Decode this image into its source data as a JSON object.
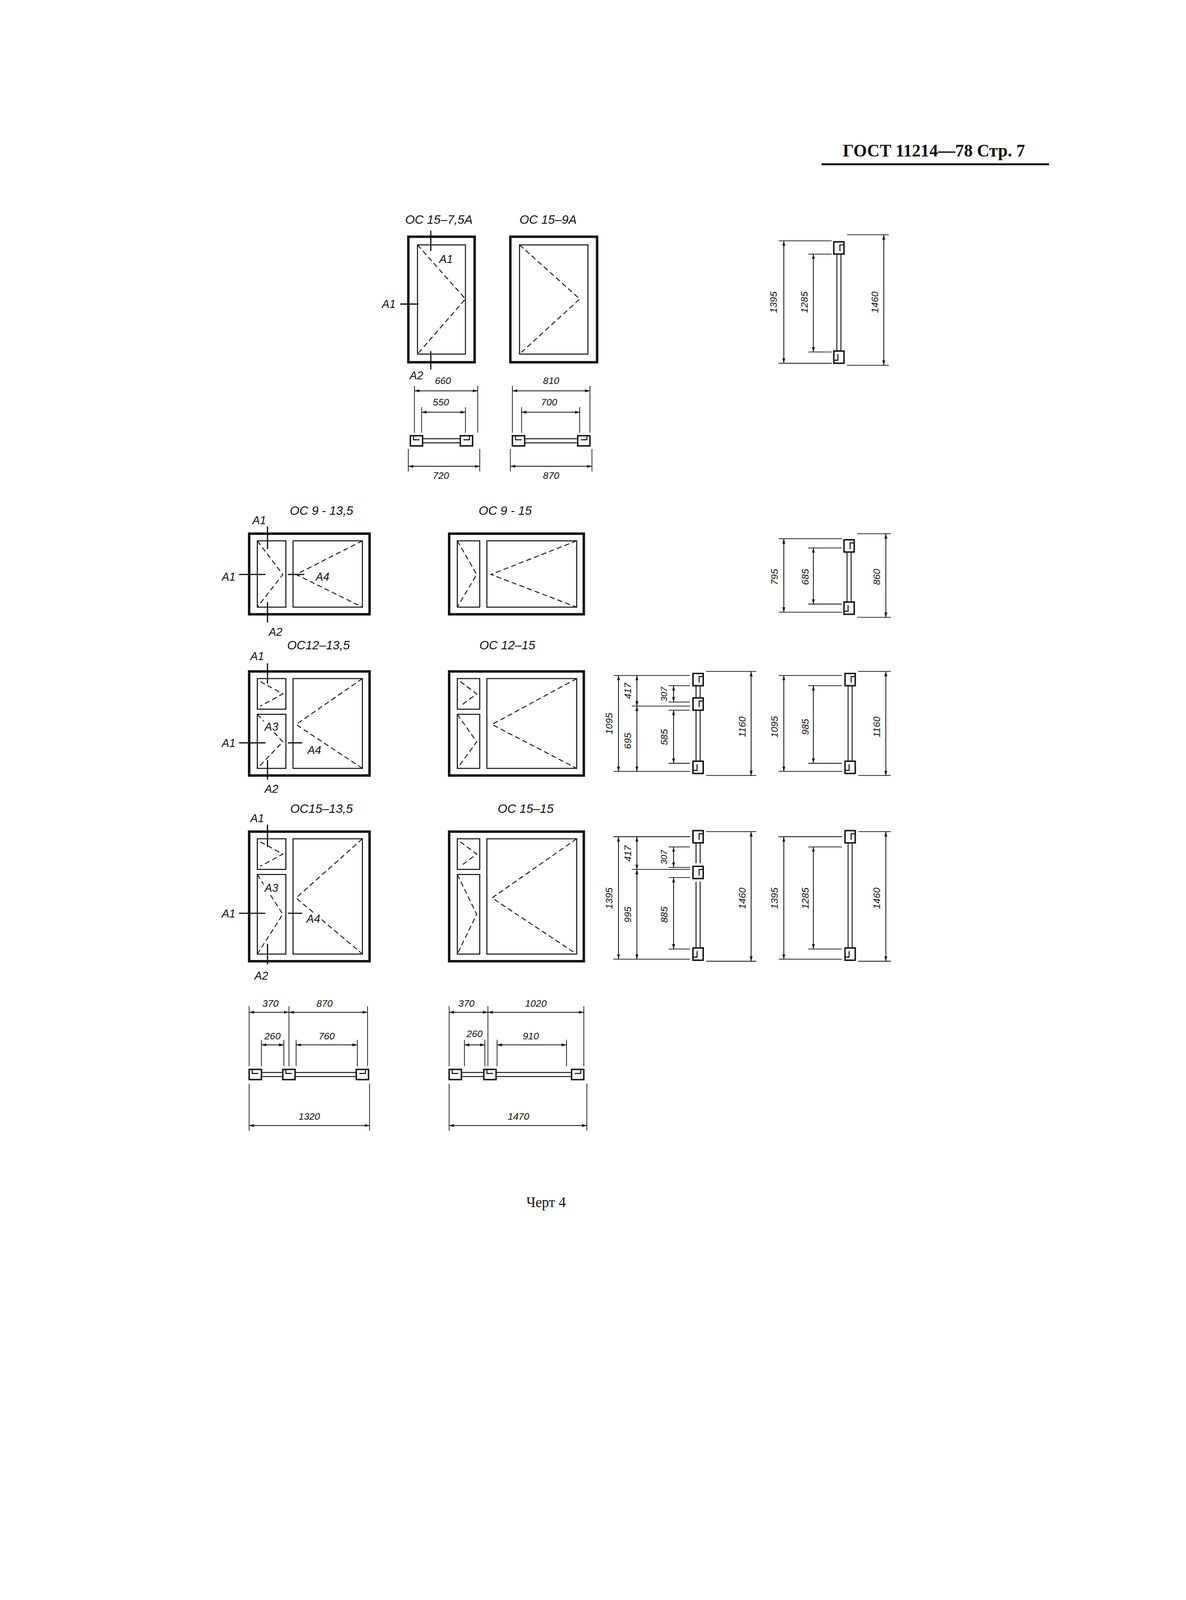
{
  "diagram": {
    "caption": "Черт 4",
    "labels": [
      "ГОСТ 11214—78 Стр. 7",
      "ОС 15–7,5А",
      "ОС 15–9А",
      "А1",
      "А1",
      "А2",
      "660",
      "810",
      "550",
      "700",
      "720",
      "870",
      "1395",
      "1285",
      "1460",
      "А1",
      "ОС 9 - 13,5",
      "ОС 9 - 15",
      "А1",
      "А4",
      "А2",
      "795",
      "685",
      "860",
      "А1",
      "ОС12–13,5",
      "ОС 12–15",
      "А3",
      "А1",
      "А4",
      "А2",
      "1095",
      "417",
      "307",
      "695",
      "585",
      "1160",
      "1095",
      "985",
      "1160",
      "А1",
      "ОС15–13,5",
      "ОС 15–15",
      "А3",
      "А1",
      "А4",
      "А2",
      "1395",
      "417",
      "307",
      "995",
      "885",
      "1460",
      "1395",
      "1285",
      "1460",
      "370",
      "870",
      "260",
      "760",
      "1320",
      "370",
      "1020",
      "260",
      "910",
      "1470"
    ]
  }
}
